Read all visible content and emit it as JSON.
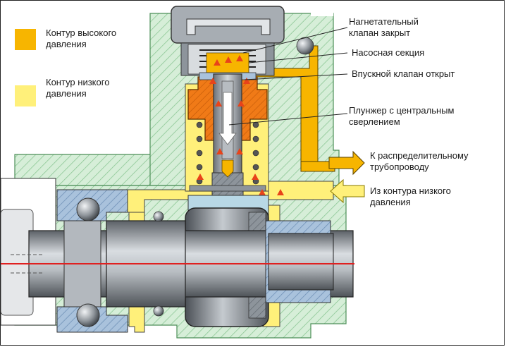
{
  "colors": {
    "high_pressure": "#f7b500",
    "low_pressure": "#fff07a",
    "housing": "#d6eed8",
    "hatch": "#7cbf86",
    "orange_part": "#f07a17",
    "gray_part": "#9aa0a6",
    "shaft_axis": "#e02020"
  },
  "legend": [
    {
      "label": "Контур высокого\nдавления",
      "color": "#f7b500"
    },
    {
      "label": "Контур низкого\nдавления",
      "color": "#fff07a"
    }
  ],
  "callouts": [
    {
      "text": "Нагнетательный\nклапан закрыт"
    },
    {
      "text": "Насосная секция"
    },
    {
      "text": "Впускной клапан открыт"
    },
    {
      "text": "Плунжер с центральным\nсверлением"
    },
    {
      "text": "К распределительному\nтрубопроводу"
    },
    {
      "text": "Из контура низкого\nдавления"
    }
  ]
}
